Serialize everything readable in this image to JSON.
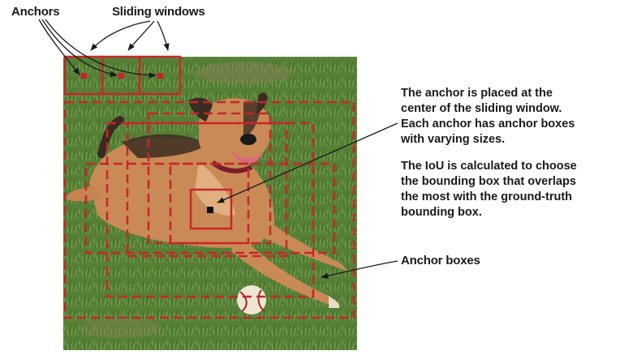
{
  "labels": {
    "anchors": "Anchors",
    "sliding_windows": "Sliding windows",
    "anchor_boxes": "Anchor boxes"
  },
  "notes": {
    "placement": [
      "The anchor is placed at the",
      "center of the sliding window.",
      "Each anchor has anchor boxes",
      "with varying sizes."
    ],
    "iou": [
      "The IoU is calculated to choose",
      "the bounding box that overlaps",
      "the most with the ground-truth",
      "bounding box."
    ]
  },
  "colors": {
    "box": "#c8262c",
    "anchor_point": "#d21e25",
    "center_point": "#111111",
    "grass": "#4f7a32",
    "dog": "#c98a55"
  }
}
